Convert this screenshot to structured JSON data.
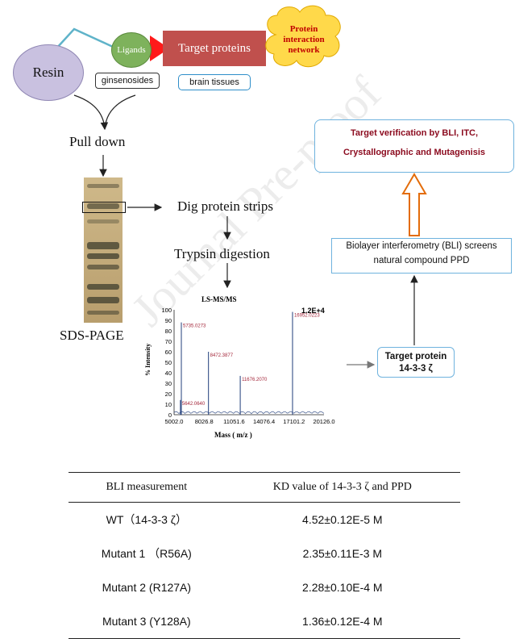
{
  "workflow": {
    "resin": "Resin",
    "ligands": "Ligands",
    "target_proteins": "Target proteins",
    "network": [
      "Protein",
      "interaction",
      "network"
    ],
    "ginsenosides": "ginsenosides",
    "brain_tissues": "brain tissues",
    "pull_down": "Pull down",
    "dig_strips": "Dig protein strips",
    "trypsin": "Trypsin digestion",
    "sds_page": "SDS-PAGE"
  },
  "spectrum": {
    "title": "LS-MS/MS",
    "ylabel": "% Intensity",
    "xlabel": "Mass ( m/z )",
    "scale": "1.2E+4",
    "yticks": [
      "100",
      "90",
      "80",
      "70",
      "60",
      "50",
      "40",
      "30",
      "20",
      "10",
      "0"
    ],
    "xticks": [
      "5002.0",
      "8026.8",
      "11051.6",
      "14076.4",
      "17101.2",
      "20126.0"
    ],
    "peaks": [
      {
        "label": "5735.0273",
        "mz": 5735.0273,
        "intensity": 88
      },
      {
        "label": "5642.0640",
        "mz": 5642.064,
        "intensity": 14
      },
      {
        "label": "8472.3877",
        "mz": 8472.3877,
        "intensity": 60
      },
      {
        "label": "11676.2070",
        "mz": 11676.207,
        "intensity": 37
      },
      {
        "label": "16952.0223",
        "mz": 16952.0223,
        "intensity": 98
      }
    ]
  },
  "right_panel": {
    "target_label": [
      "Target protein",
      "14-3-3 ζ"
    ],
    "bli_screen": [
      "Biolayer interferometry (BLI) screens",
      "natural compound PPD"
    ],
    "verification": [
      "Target verification by BLI, ITC,",
      "Crystallographic and Mutagenisis"
    ]
  },
  "watermark": "Journal Pre-proof",
  "table": {
    "headers": [
      "BLI measurement",
      "KD value of 14-3-3 ζ and PPD"
    ],
    "rows": [
      [
        "WT（14-3-3 ζ）",
        "4.52±0.12E-5 M"
      ],
      [
        "Mutant 1 （R56A)",
        "2.35±0.11E-3 M"
      ],
      [
        "Mutant 2 (R127A)",
        "2.28±0.10E-4 M"
      ],
      [
        "Mutant 3 (Y128A)",
        "1.36±0.12E-4 M"
      ]
    ]
  },
  "colors": {
    "resin": "#c9c1e0",
    "ligands": "#7eb25c",
    "target": "#c0504d",
    "cloud": "#ffd94a",
    "verify_text": "#8b0a1e",
    "spectrum_line": "#1f3c7a"
  }
}
